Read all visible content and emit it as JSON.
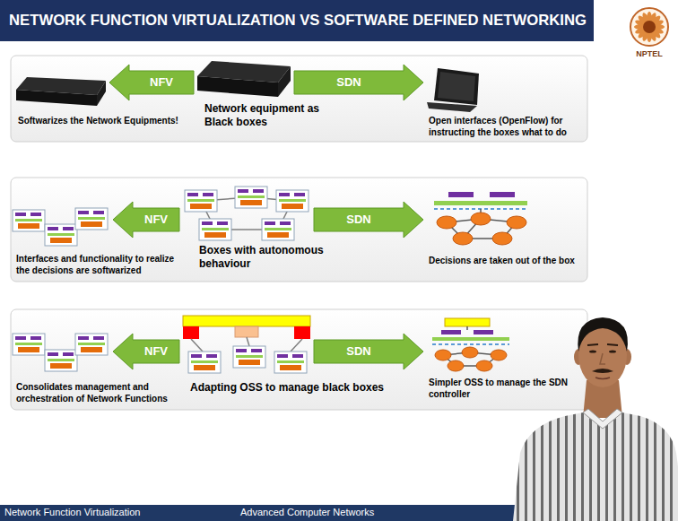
{
  "diagram": {
    "title": "NETWORK FUNCTION VIRTUALIZATION VS SOFTWARE DEFINED NETWORKING",
    "nodes": [
      {
        "text": [
          "Softwarizes the Network Equipments!"
        ]
      },
      {
        "text": [
          "Network equipment as Black boxes"
        ]
      },
      {
        "text": [
          "Open interfaces (OpenFlow) for instructing the boxes what to do"
        ]
      },
      {
        "text": [
          "Interfaces and functionality to realize the decisions are softwarized"
        ]
      },
      {
        "text": [
          "Boxes with autonomous behaviour"
        ]
      },
      {
        "text": [
          "Decisions are taken out of the box"
        ]
      },
      {
        "text": [
          "Consolidates management and orchestration of Network Functions"
        ]
      },
      {
        "text": [
          "Adapting OSS to manage black boxes"
        ]
      },
      {
        "text": [
          "Simpler OSS to manage the SDN controller"
        ]
      }
    ],
    "edges": [
      {
        "from": 1,
        "to": 0,
        "arrow": "to",
        "label": "NFV"
      },
      {
        "from": 1,
        "to": 2,
        "arrow": "to",
        "label": "SDN"
      },
      {
        "from": 4,
        "to": 3,
        "arrow": "to",
        "label": "NFV"
      },
      {
        "from": 4,
        "to": 5,
        "arrow": "to",
        "label": "SDN"
      },
      {
        "from": 7,
        "to": 6,
        "arrow": "to",
        "label": "NFV"
      },
      {
        "from": 7,
        "to": 8,
        "arrow": "to",
        "label": "SDN"
      }
    ],
    "labels": [
      "NPTEL",
      "Network Function Virtualization",
      "Advanced Computer Networks"
    ]
  }
}
